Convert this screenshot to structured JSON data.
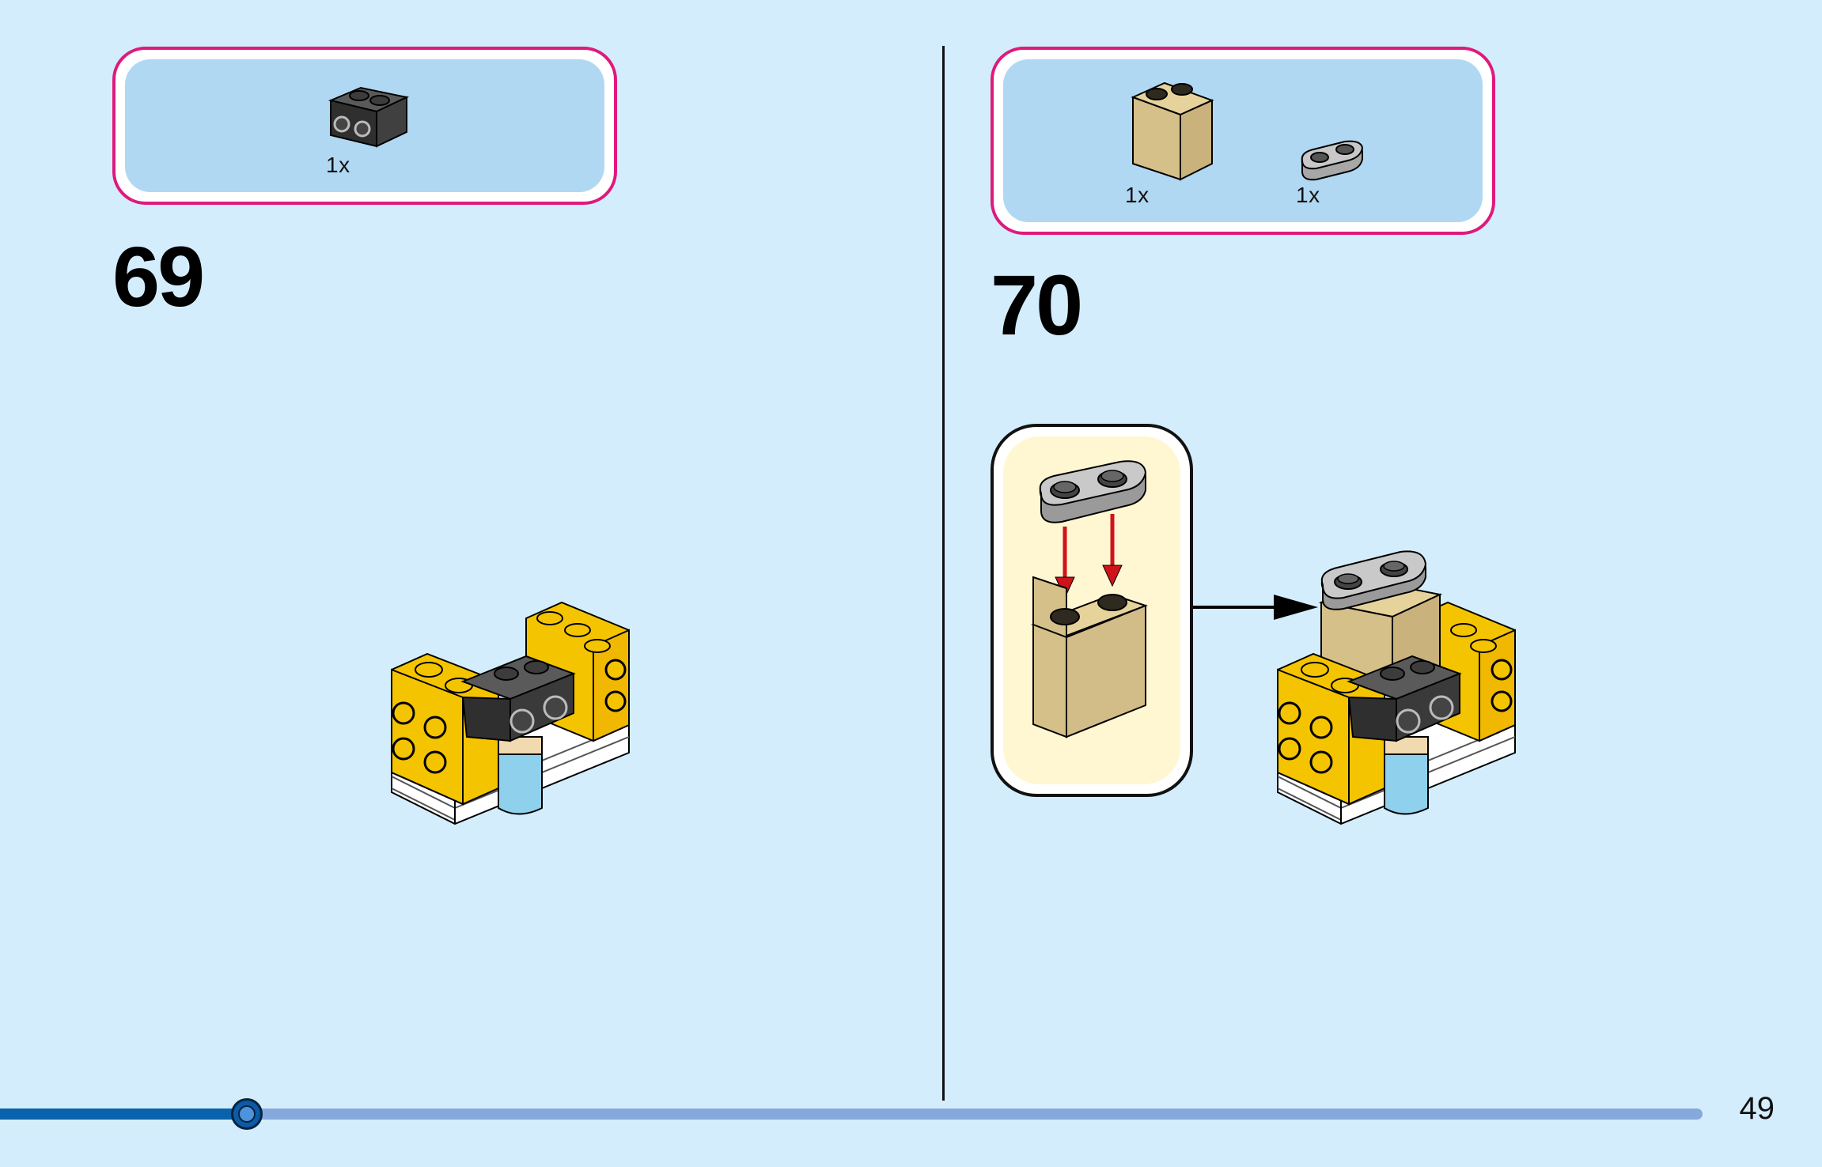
{
  "steps": [
    {
      "number": "69",
      "parts": [
        {
          "quantity": "1x",
          "icon": "dark-gray-brick-1x2-side-studs-icon"
        }
      ]
    },
    {
      "number": "70",
      "parts": [
        {
          "quantity": "1x",
          "icon": "tan-brick-1x2x2-icon"
        },
        {
          "quantity": "1x",
          "icon": "light-gray-plate-1x2-rounded-icon"
        }
      ]
    }
  ],
  "page": {
    "number": "49"
  },
  "progress": {
    "fraction": 0.145
  },
  "colors": {
    "background": "#d4edfc",
    "parts_border": "#e0197d",
    "parts_fill": "#b1d8f2",
    "callout_fill": "#fff7d2",
    "arrow_red": "#d0121b",
    "progress_fill": "#0a62ad",
    "progress_track": "#86a9dd"
  }
}
